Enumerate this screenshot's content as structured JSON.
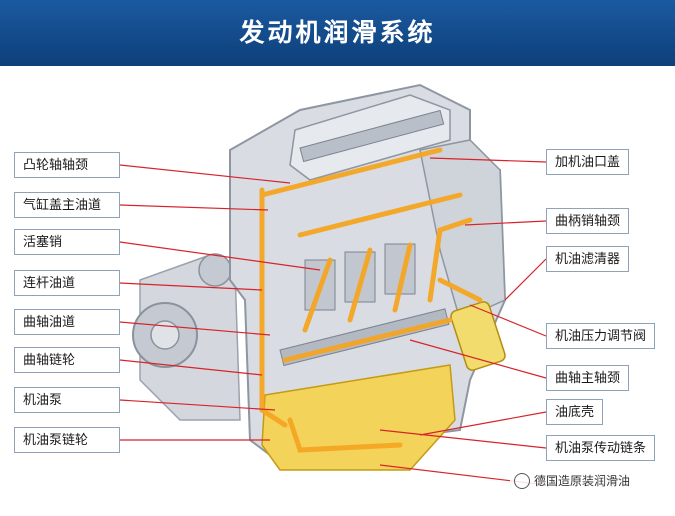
{
  "title": "发动机润滑系统",
  "labels_left": [
    "凸轮轴轴颈",
    "气缸盖主油道",
    "活塞销",
    "连杆油道",
    "曲轴油道",
    "曲轴链轮",
    "机油泵",
    "机油泵链轮"
  ],
  "labels_right": [
    "加机油口盖",
    "曲柄销轴颈",
    "机油滤清器",
    "机油压力调节阀",
    "曲轴主轴颈",
    "油底壳",
    "机油泵传动链条"
  ],
  "watermark": "德国造原装润滑油",
  "colors": {
    "banner": "#12467f",
    "oil": "#f5a623",
    "oil_pan": "#f3d35a",
    "engine": "#c9ced6",
    "leader": "#d8232a"
  }
}
